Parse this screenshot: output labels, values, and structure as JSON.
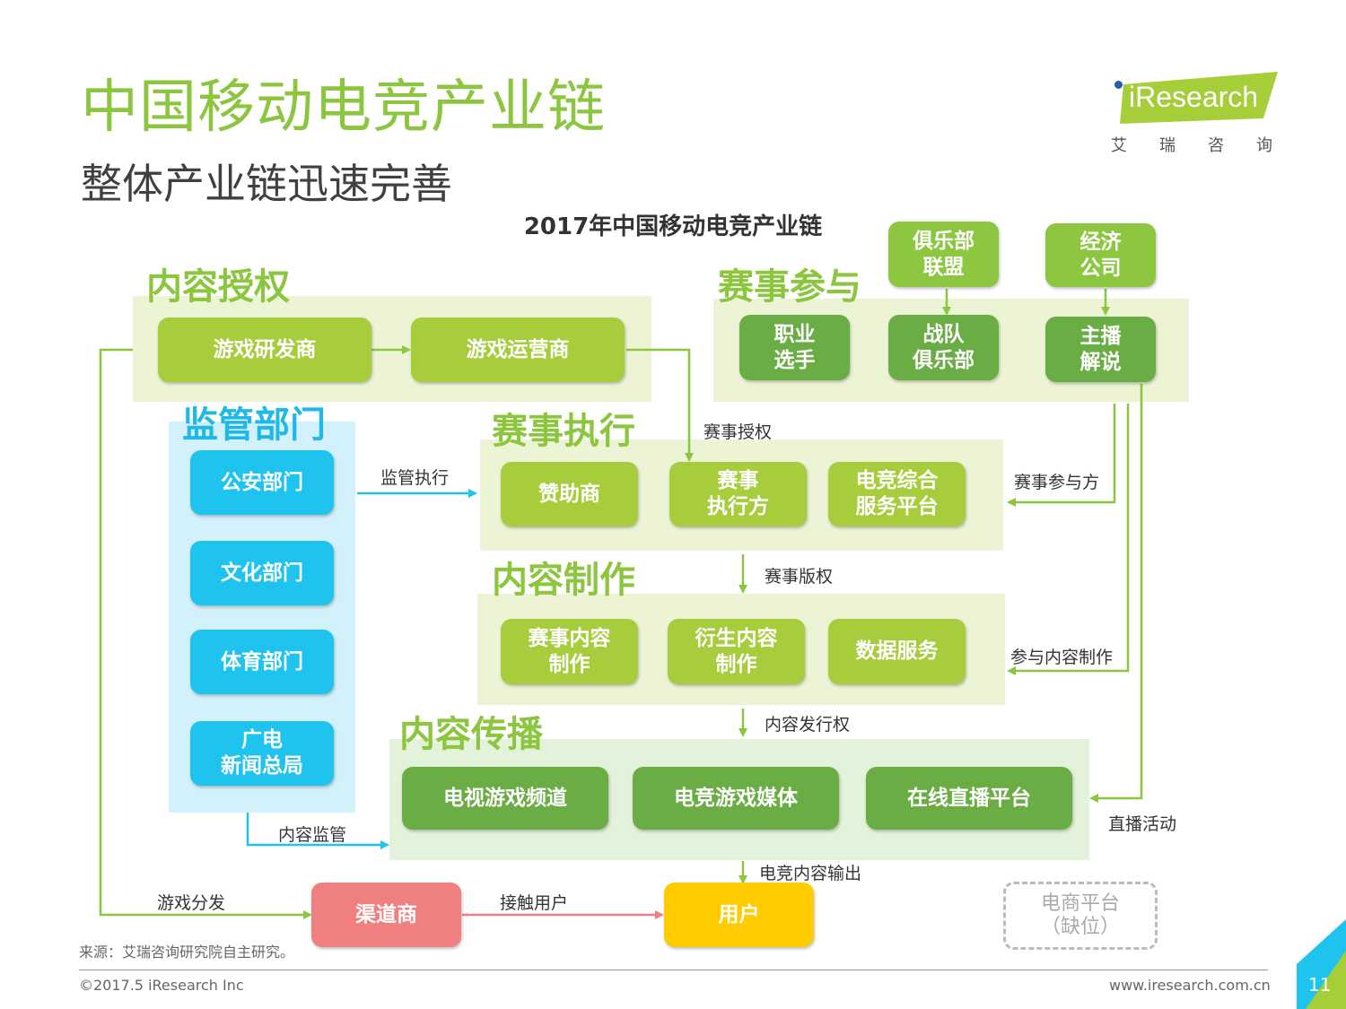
{
  "header": {
    "title": "中国移动电竞产业链",
    "subtitle": "整体产业链迅速完善",
    "logo_text": "iResearch",
    "logo_cn": "艾瑞咨询"
  },
  "diagram_title": "2017年中国移动电竞产业链",
  "sections": {
    "content_license": "内容授权",
    "regulator": "监管部门",
    "event_participation": "赛事参与",
    "event_execution": "赛事执行",
    "content_production": "内容制作",
    "content_distribution": "内容传播"
  },
  "nodes": {
    "developer": "游戏研发商",
    "operator": "游戏运营商",
    "club_league": "俱乐部\n联盟",
    "agency": "经济\n公司",
    "pro_player": "职业\n选手",
    "team_club": "战队\n俱乐部",
    "streamer": "主播\n解说",
    "police": "公安部门",
    "culture": "文化部门",
    "sports": "体育部门",
    "radio": "广电\n新闻总局",
    "sponsor": "赞助商",
    "event_executor": "赛事\n执行方",
    "service_platform": "电竞综合\n服务平台",
    "event_content": "赛事内容\n制作",
    "derivative_content": "衍生内容\n制作",
    "data_service": "数据服务",
    "tv_channel": "电视游戏频道",
    "esports_media": "电竞游戏媒体",
    "live_platform": "在线直播平台",
    "channel": "渠道商",
    "user": "用户",
    "ecommerce_line1": "电商平台",
    "ecommerce_line2": "（缺位）"
  },
  "edge_labels": {
    "event_license": "赛事授权",
    "supervision": "监管执行",
    "participant": "赛事参与方",
    "event_rights": "赛事版权",
    "join_production": "参与内容制作",
    "publish_rights": "内容发行权",
    "live_activity": "直播活动",
    "content_supervision": "内容监管",
    "content_output": "电竞内容输出",
    "game_distribution": "游戏分发",
    "reach_users": "接触用户"
  },
  "footer": {
    "source": "来源：艾瑞咨询研究院自主研究。",
    "copyright": "©2017.5 iResearch Inc",
    "website": "www.iresearch.com.cn",
    "page_number": "11"
  },
  "colors": {
    "title_green": "#8cc63f",
    "box_light_green": "#a8cd3c",
    "box_mid_green": "#8dc63f",
    "box_dark_green": "#6aad44",
    "box_blue": "#1ec4ee",
    "box_pink": "#f08080",
    "box_yellow": "#ffcc00",
    "arrow_green": "#8cc63f",
    "arrow_blue": "#1ec4ee",
    "arrow_pink": "#f08080"
  }
}
